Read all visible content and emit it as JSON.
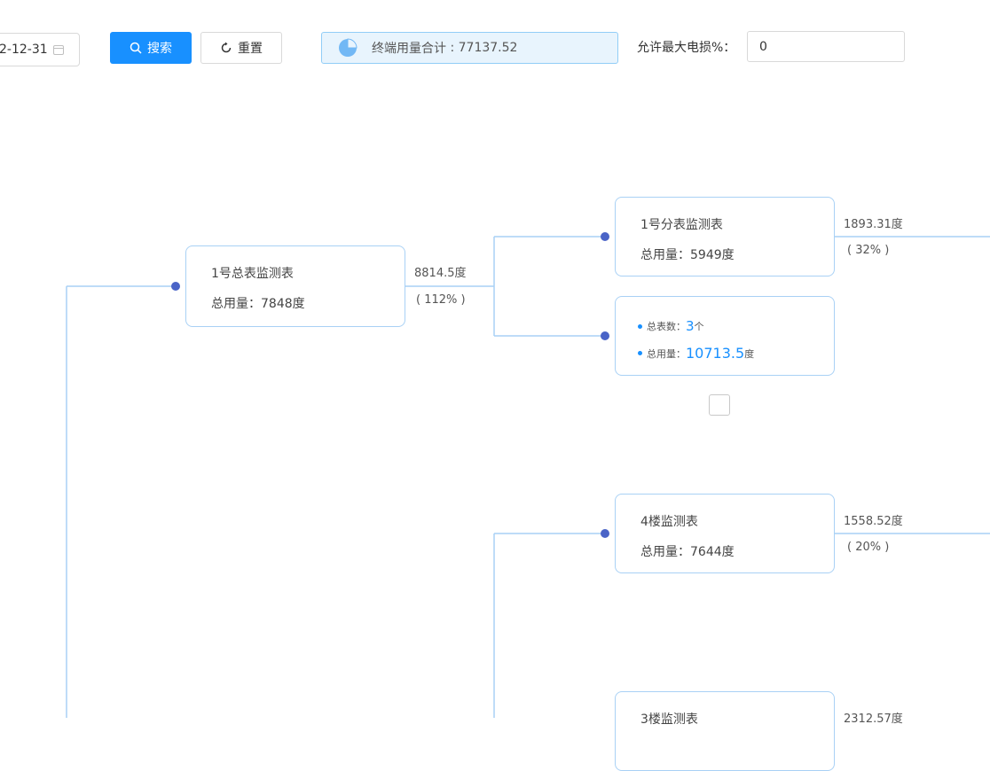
{
  "toolbar": {
    "date_value": "2-12-31",
    "search_label": "搜索",
    "reset_label": "重置",
    "summary_label": "终端用量合计",
    "summary_value": "77137.52",
    "max_loss_label": "允许最大电损%：",
    "max_loss_value": "0"
  },
  "tree": {
    "root": {
      "name": "1号总表监测表",
      "total_prefix": "总用量：",
      "total_value": "7848度",
      "edge_value": "8814.5度",
      "edge_percent": "( 112% )"
    },
    "child1": {
      "name": "1号分表监测表",
      "total_prefix": "总用量：",
      "total_value": "5949度",
      "edge_value": "1893.31度",
      "edge_percent": "( 32% )"
    },
    "summary": {
      "count_label": "总表数：",
      "count_value": "3",
      "count_unit": "个",
      "usage_label": "总用量：",
      "usage_value": "10713.5",
      "usage_unit": "度"
    },
    "child3": {
      "name": "4楼监测表",
      "total_prefix": "总用量：",
      "total_value": "7644度",
      "edge_value": "1558.52度",
      "edge_percent": "( 20% )"
    },
    "child4": {
      "name": "3楼监测表",
      "edge_value": "2312.57度"
    }
  },
  "colors": {
    "primary": "#1890ff",
    "line": "#a9d1f5",
    "connector_dot": "#4a64c7"
  },
  "icons": [
    "calendar-icon",
    "search-icon",
    "reset-icon",
    "pie-chart-icon"
  ]
}
